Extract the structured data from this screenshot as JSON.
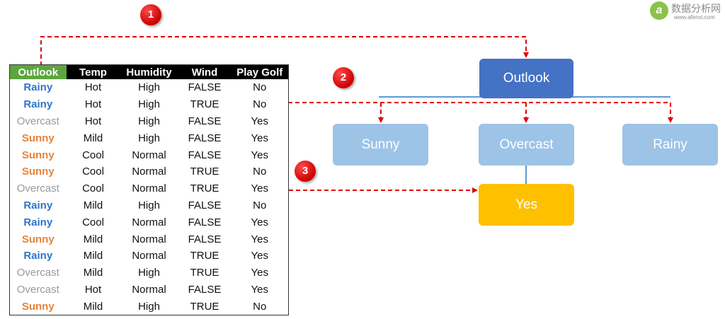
{
  "table": {
    "headers": [
      "Outlook",
      "Temp",
      "Humidity",
      "Wind",
      "Play Golf"
    ],
    "rows": [
      [
        "Rainy",
        "Hot",
        "High",
        "FALSE",
        "No"
      ],
      [
        "Rainy",
        "Hot",
        "High",
        "TRUE",
        "No"
      ],
      [
        "Overcast",
        "Hot",
        "High",
        "FALSE",
        "Yes"
      ],
      [
        "Sunny",
        "Mild",
        "High",
        "FALSE",
        "Yes"
      ],
      [
        "Sunny",
        "Cool",
        "Normal",
        "FALSE",
        "Yes"
      ],
      [
        "Sunny",
        "Cool",
        "Normal",
        "TRUE",
        "No"
      ],
      [
        "Overcast",
        "Cool",
        "Normal",
        "TRUE",
        "Yes"
      ],
      [
        "Rainy",
        "Mild",
        "High",
        "FALSE",
        "No"
      ],
      [
        "Rainy",
        "Cool",
        "Normal",
        "FALSE",
        "Yes"
      ],
      [
        "Sunny",
        "Mild",
        "Normal",
        "FALSE",
        "Yes"
      ],
      [
        "Rainy",
        "Mild",
        "Normal",
        "TRUE",
        "Yes"
      ],
      [
        "Overcast",
        "Mild",
        "High",
        "TRUE",
        "Yes"
      ],
      [
        "Overcast",
        "Hot",
        "Normal",
        "FALSE",
        "Yes"
      ],
      [
        "Sunny",
        "Mild",
        "High",
        "TRUE",
        "No"
      ]
    ]
  },
  "tree": {
    "root": "Outlook",
    "branches": [
      "Sunny",
      "Overcast",
      "Rainy"
    ],
    "leaf": "Yes"
  },
  "markers": [
    "1",
    "2",
    "3"
  ],
  "watermark": {
    "name": "数据分析网",
    "url": "www.afenxi.com",
    "logo": "a"
  },
  "colors": {
    "header_bg": "#000000",
    "outlook_header_bg": "#5da63f",
    "rainy": "#2e74c8",
    "sunny": "#e8833a",
    "overcast": "#9a9a9a",
    "root_node": "#4472c4",
    "branch_node": "#9dc3e6",
    "leaf_node": "#ffc000",
    "arrow": "#e00000",
    "connector": "#5b9bd5"
  }
}
